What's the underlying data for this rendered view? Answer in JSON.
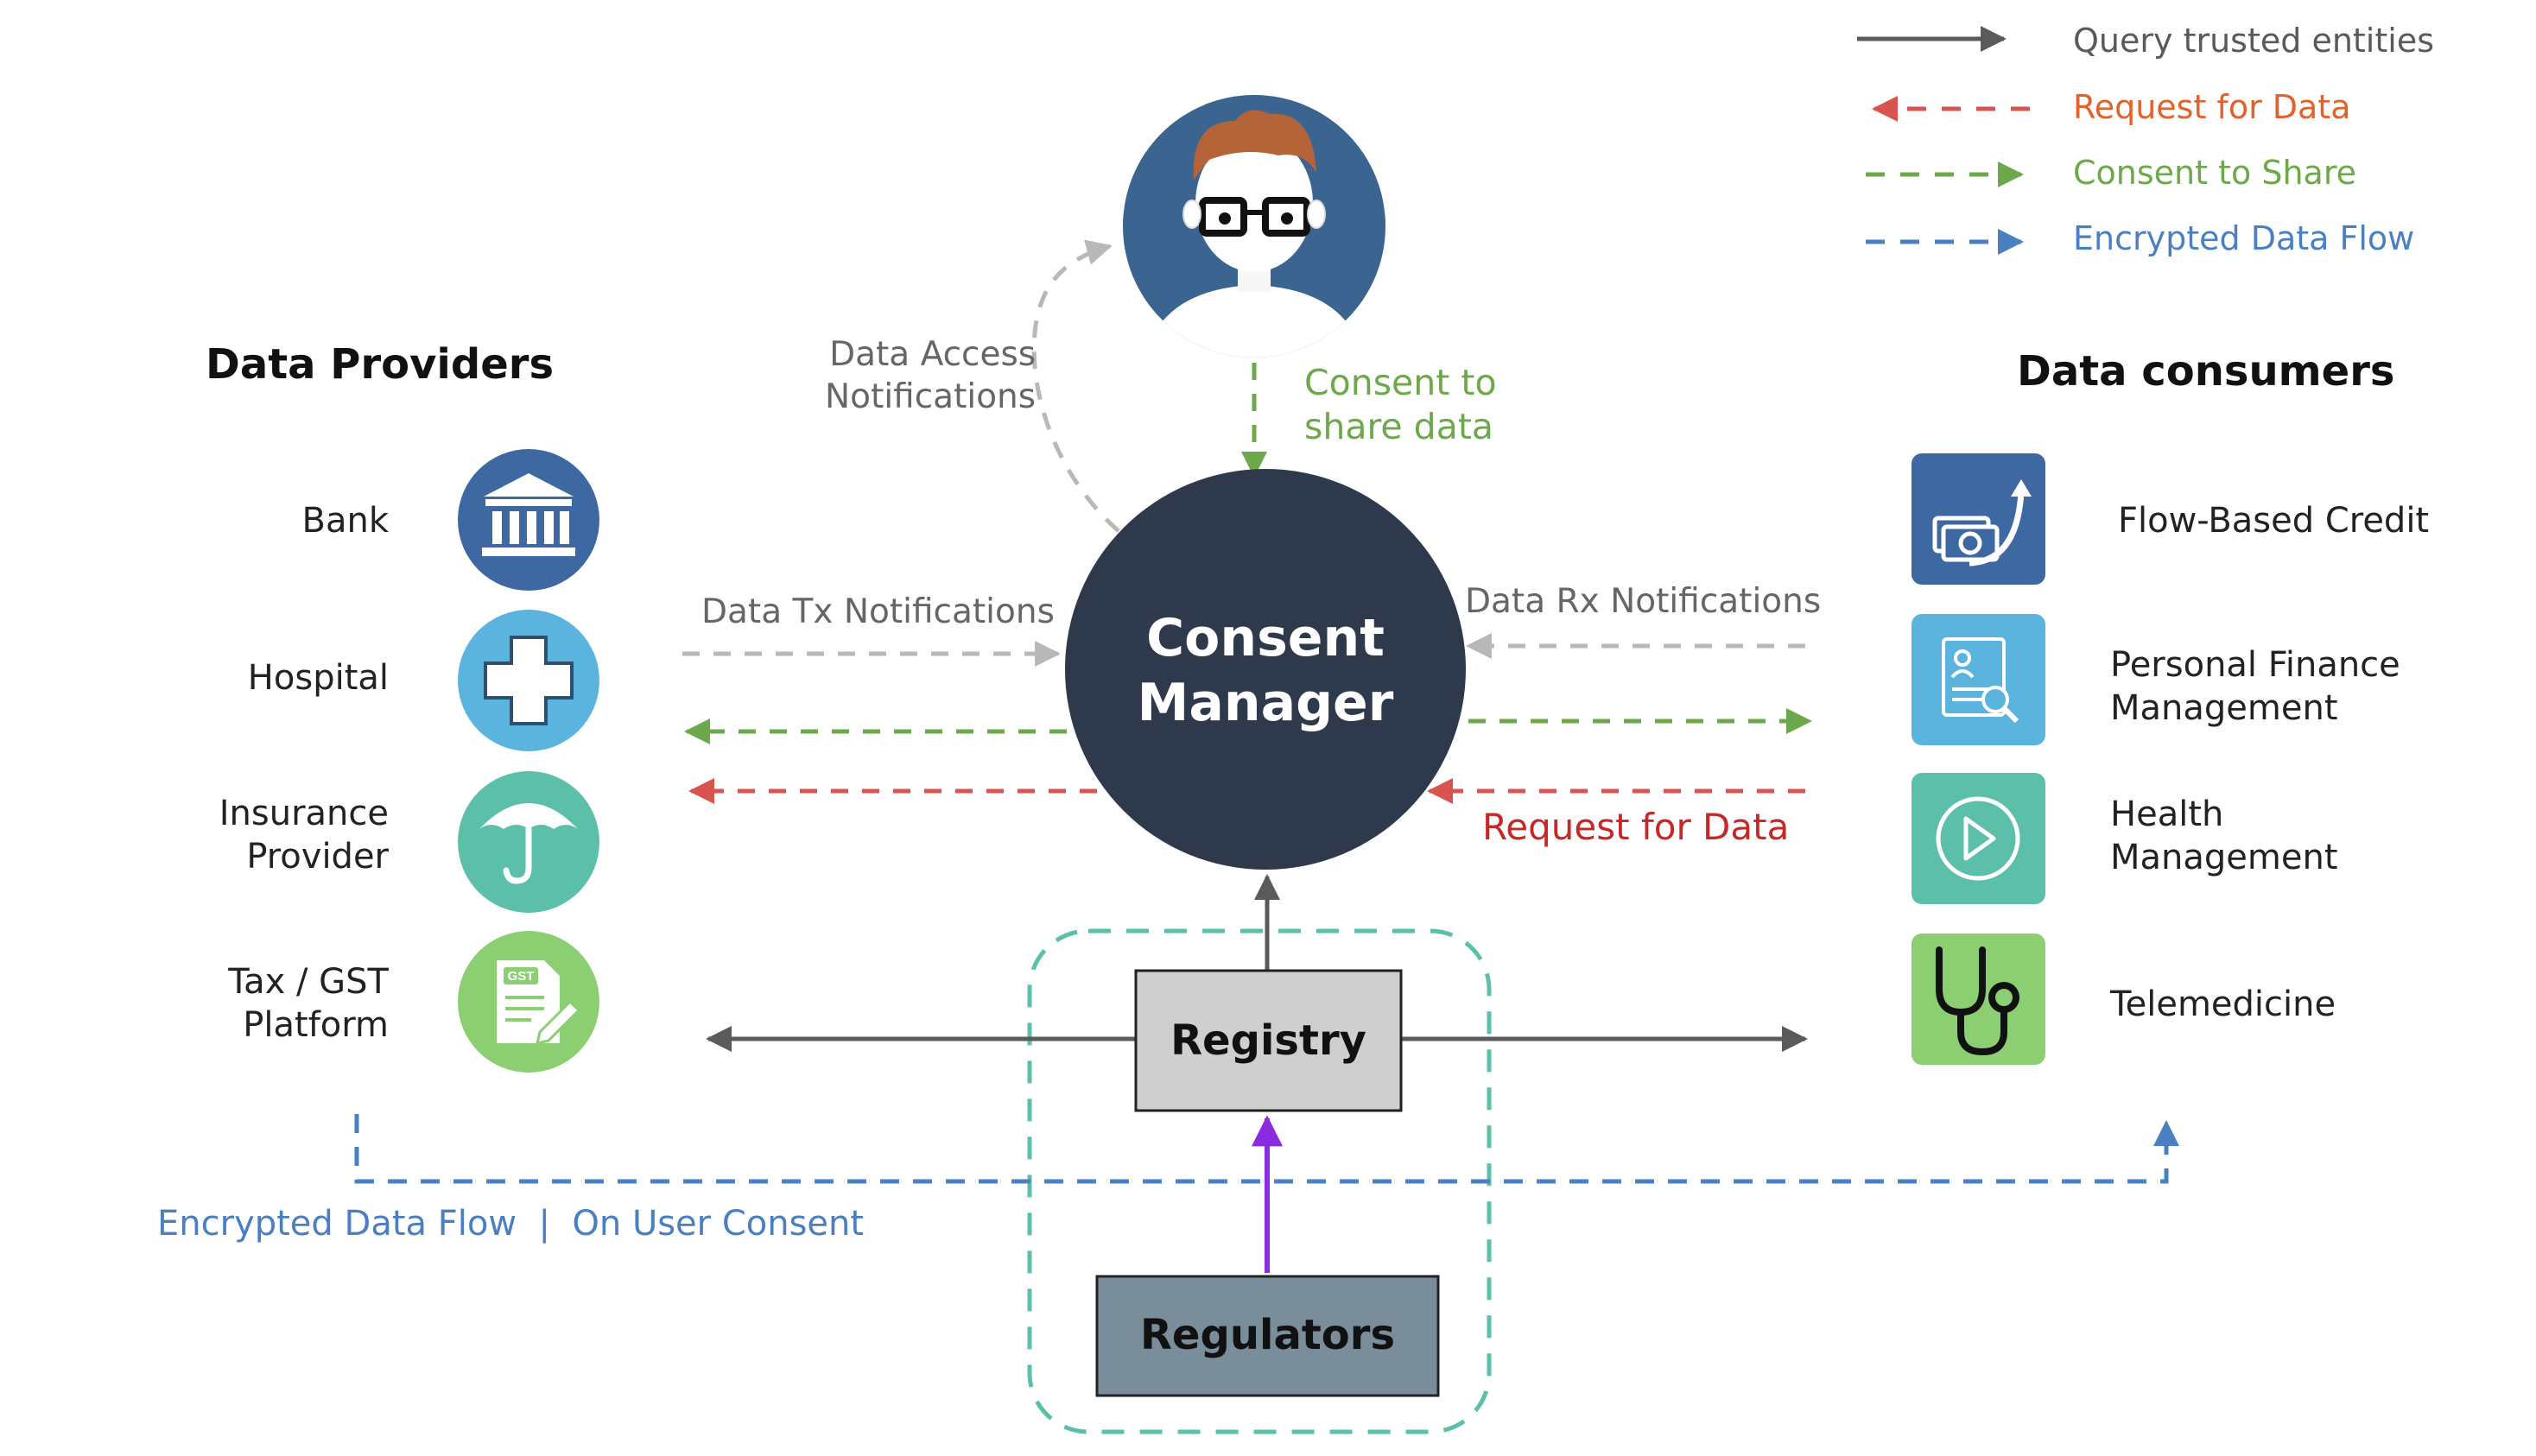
{
  "legend": {
    "items": [
      {
        "label": "Query trusted entities",
        "color": "#5a5a5a",
        "style": "solid"
      },
      {
        "label": "Request for Data",
        "color": "#d9534f",
        "style": "dashed"
      },
      {
        "label": "Consent to Share",
        "color": "#6ea84c",
        "style": "dashed"
      },
      {
        "label": "Encrypted Data Flow",
        "color": "#4a7fc1",
        "style": "dashed"
      }
    ]
  },
  "providers": {
    "title": "Data Providers",
    "items": [
      {
        "label": "Bank",
        "icon": "bank-icon",
        "color": "#3d68a1"
      },
      {
        "label": "Hospital",
        "icon": "medical-cross-icon",
        "color": "#5ab4de"
      },
      {
        "label": "Insurance\nProvider",
        "icon": "umbrella-icon",
        "color": "#5cbfa9"
      },
      {
        "label": "Tax / GST\nPlatform",
        "icon": "gst-document-icon",
        "color": "#8bcf72"
      }
    ]
  },
  "consumers": {
    "title": "Data consumers",
    "items": [
      {
        "label": "Flow-Based Credit",
        "icon": "money-growth-icon",
        "color": "#3d68a1"
      },
      {
        "label": "Personal Finance\nManagement",
        "icon": "profile-search-icon",
        "color": "#5ab4de"
      },
      {
        "label": "Health\nManagement",
        "icon": "play-icon",
        "color": "#5cbfa9"
      },
      {
        "label": "Telemedicine",
        "icon": "stethoscope-icon",
        "color": "#8bcf72"
      }
    ]
  },
  "center": {
    "consent_manager": "Consent\nManager",
    "registry": "Registry",
    "regulators": "Regulators"
  },
  "labels": {
    "data_access": "Data Access\nNotifications",
    "consent_to_share": "Consent to\nshare data",
    "data_tx": "Data Tx Notifications",
    "data_rx": "Data Rx Notifications",
    "request_for_data": "Request for Data",
    "encrypted_flow": "Encrypted Data Flow  |  On User Consent"
  },
  "colors": {
    "consent_manager": "#2e3a4b",
    "user_circle": "#3b6590",
    "registry_fill": "#cfcfcf",
    "regulators_fill": "#7a8d9a",
    "regulator_arrow": "#8a2be2",
    "registry_frame": "#5cbfa9",
    "notification_gray": "#b8b8b8"
  }
}
